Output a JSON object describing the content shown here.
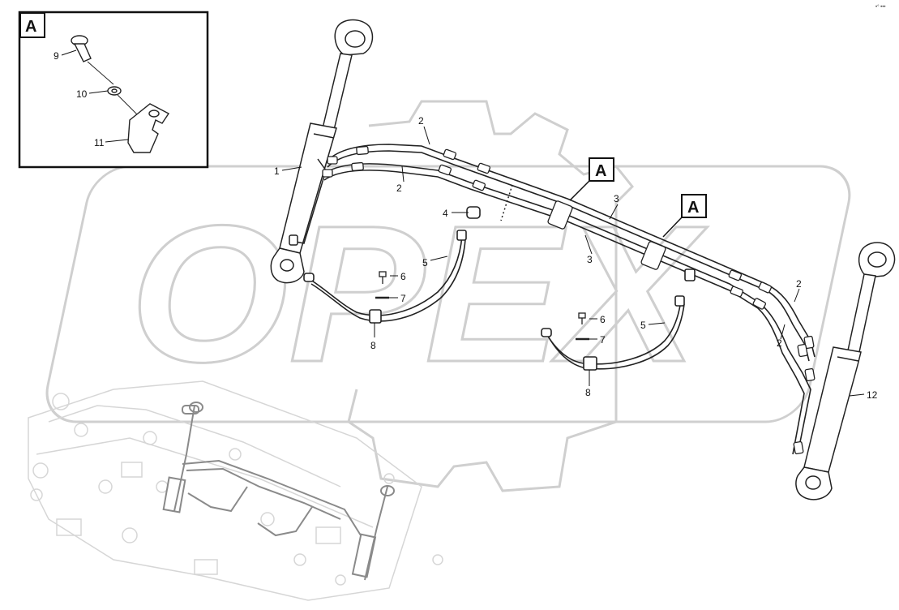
{
  "watermark": {
    "text": "OPEX"
  },
  "corner_mark": "•° •••",
  "detail_box": {
    "letter": "A"
  },
  "detail_callouts": [
    "A",
    "A"
  ],
  "part_labels": {
    "p1": "1",
    "p2a": "2",
    "p2b": "2",
    "p2c": "2",
    "p2d": "2",
    "p3a": "3",
    "p3b": "3",
    "p4": "4",
    "p5a": "5",
    "p5b": "5",
    "p6a": "6",
    "p6b": "6",
    "p7a": "7",
    "p7b": "7",
    "p8a": "8",
    "p8b": "8",
    "p9": "9",
    "p10": "10",
    "p11": "11",
    "p12": "12"
  }
}
